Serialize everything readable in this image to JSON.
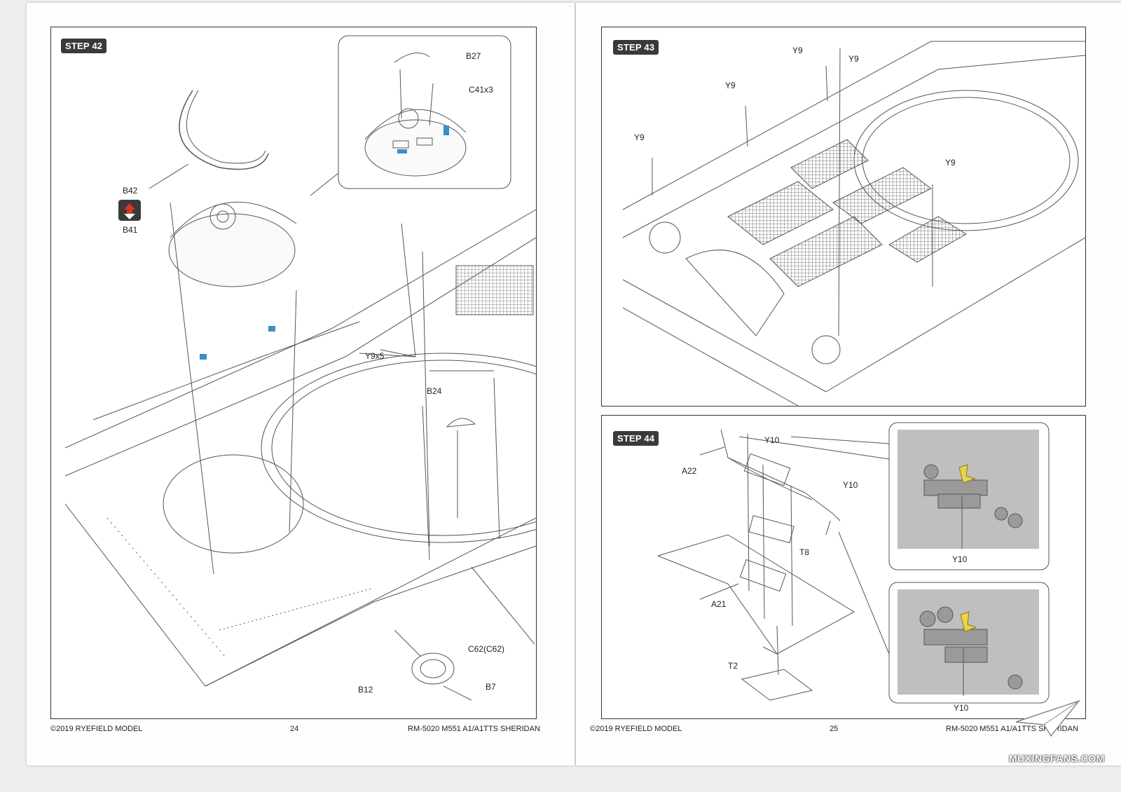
{
  "left_page": {
    "step_label": "STEP 42",
    "parts": {
      "b27": "B27",
      "c41": "C41x3",
      "b42": "B42",
      "b41": "B41",
      "y9x5": "Y9x5",
      "b24": "B24",
      "c62": "C62(C62)",
      "b12": "B12",
      "b7": "B7"
    },
    "footer": {
      "copyright": "©2019 RYEFIELD MODEL",
      "page_number": "24",
      "product": "RM-5020 M551 A1/A1TTS SHERIDAN"
    }
  },
  "right_page": {
    "step43_label": "STEP 43",
    "step43_parts": [
      "Y9",
      "Y9",
      "Y9",
      "Y9",
      "Y9"
    ],
    "step44_label": "STEP 44",
    "step44_parts": {
      "y10_top": "Y10",
      "a22": "A22",
      "y10_right": "Y10",
      "t8": "T8",
      "a21": "A21",
      "t2": "T2",
      "inset1_y10": "Y10",
      "inset2_y10": "Y10"
    },
    "footer": {
      "copyright": "©2019 RYEFIELD MODEL",
      "page_number": "25",
      "product": "RM-5020 M551 A1/A1TTS SHERIDAN"
    }
  },
  "watermark": "MUXINGFANS.COM",
  "colors": {
    "highlight_blue": "#3a8fc4",
    "highlight_yellow": "#e8d44a",
    "icon_red": "#d9332b",
    "badge_bg": "#3a3a3a"
  }
}
